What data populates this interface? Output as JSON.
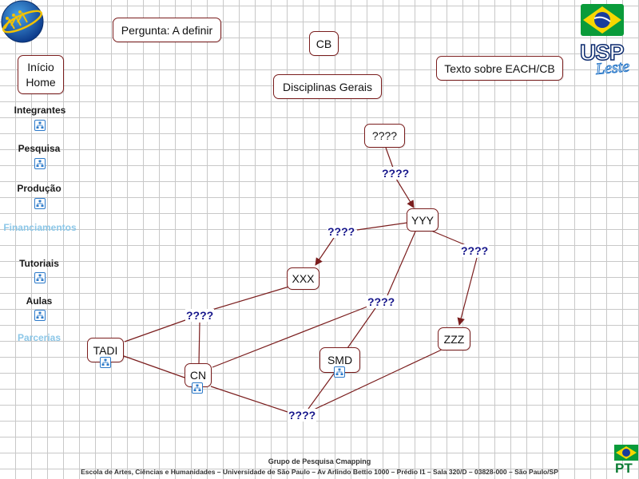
{
  "top_nodes": {
    "question": "Pergunta: A definir",
    "cb": "CB",
    "disciplines": "Disciplinas Gerais",
    "text_each": "Texto sobre EACH/CB"
  },
  "home": {
    "line1": "Início",
    "line2": "Home"
  },
  "sidebar": {
    "integrantes": "Integrantes",
    "pesquisa": "Pesquisa",
    "producao": "Produção",
    "financiamentos": "Financiamentos",
    "tutoriais": "Tutoriais",
    "aulas": "Aulas",
    "parcerias": "Parcerias"
  },
  "map": {
    "nodes": {
      "top": "????",
      "yyy": "YYY",
      "xxx": "XXX",
      "zzz": "ZZZ",
      "tadi": "TADI",
      "cn": "CN",
      "smd": "SMD"
    },
    "link_labels": {
      "l1": "????",
      "l2": "????",
      "l3": "????",
      "l4": "????",
      "l5": "????",
      "l6": "????"
    }
  },
  "logos": {
    "usp": "USP",
    "leste": "Leste",
    "lang": "PT"
  },
  "footer": {
    "line1": "Grupo de Pesquisa Cmapping",
    "line2": "Escola de Artes, Ciências e Humanidades – Universidade de São Paulo – Av Arlindo Bettio 1000 – Prédio I1 – Sala 320/D – 03828-000 – São Paulo/SP"
  },
  "colors": {
    "node_border": "#7a1d1d",
    "link_line": "#7a1d1d",
    "link_label": "#14148a",
    "sidebar_light": "#8cc7e8",
    "mini_icon_border": "#2b79c9"
  }
}
